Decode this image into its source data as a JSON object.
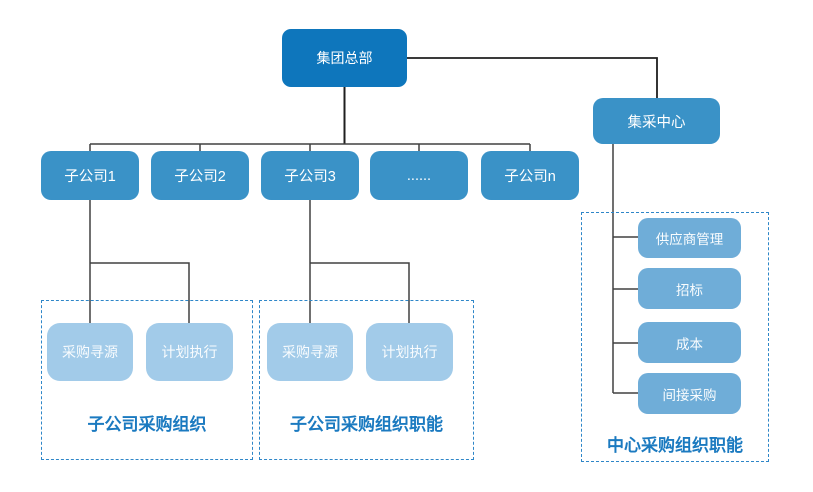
{
  "root": {
    "label": "集团总部"
  },
  "procurement_center": {
    "label": "集采中心"
  },
  "subsidiaries": [
    {
      "label": "子公司1"
    },
    {
      "label": "子公司2"
    },
    {
      "label": "子公司3"
    },
    {
      "label": "......"
    },
    {
      "label": "子公司n"
    }
  ],
  "groups": {
    "subsidiary_org": {
      "label": "子公司采购组织",
      "boxes": [
        {
          "label": "采购寻源"
        },
        {
          "label": "计划执行"
        }
      ]
    },
    "subsidiary_org_functions": {
      "label": "子公司采购组织职能",
      "boxes": [
        {
          "label": "采购寻源"
        },
        {
          "label": "计划执行"
        }
      ]
    },
    "center_org_functions": {
      "label": "中心采购组织职能",
      "boxes": [
        {
          "label": "供应商管理"
        },
        {
          "label": "招标"
        },
        {
          "label": "成本"
        },
        {
          "label": "间接采购"
        }
      ]
    }
  },
  "colors": {
    "root_box": "#0e76bc",
    "subsidiary_box": "#3a92c7",
    "center_box": "#3a92c7",
    "sub_function_box": "#a2cbe9",
    "center_function_box": "#6fadd8",
    "dashed_border": "#2e86c8",
    "group_label_text": "#1b7ac0",
    "connector_line": "#404040",
    "background": "#ffffff"
  }
}
